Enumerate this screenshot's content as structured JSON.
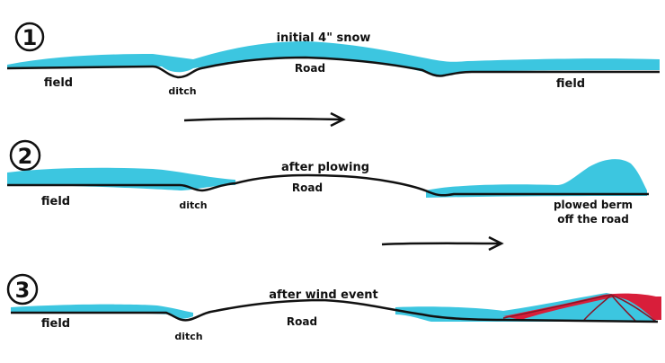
{
  "panels": [
    {
      "number": "1",
      "title": "initial 4\" snow",
      "labels": {
        "field_left": "field",
        "ditch": "ditch",
        "road": "Road",
        "field_right": "field"
      }
    },
    {
      "number": "2",
      "title": "after plowing",
      "labels": {
        "field_left": "field",
        "ditch": "ditch",
        "road": "Road",
        "berm_line1": "plowed berm",
        "berm_line2": "off the road"
      }
    },
    {
      "number": "3",
      "title": "after wind event",
      "labels": {
        "field_left": "field",
        "ditch": "ditch",
        "road": "Road"
      }
    }
  ],
  "colors": {
    "snow": "#3cc6e0",
    "ground": "#111111",
    "drift": "#d81e3a"
  }
}
